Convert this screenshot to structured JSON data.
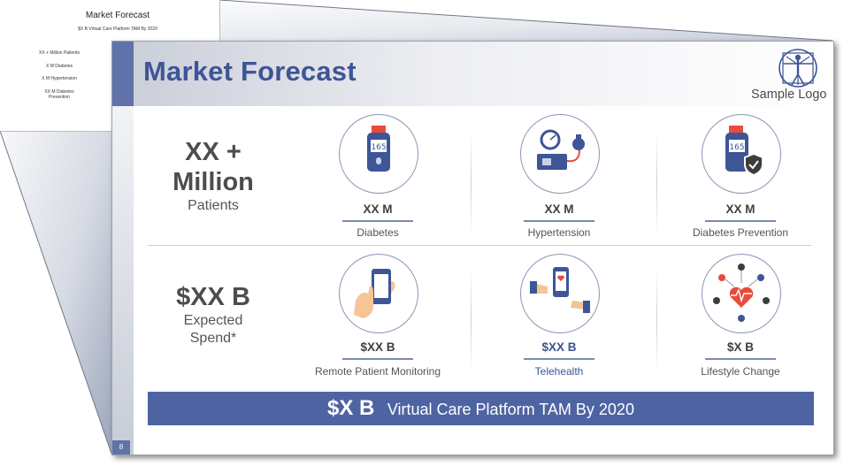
{
  "mini_slide": {
    "title": "Market Forecast",
    "subtitle": "$X B Virtual Care Platform TAM By 2020",
    "items": [
      "XX + Million Patients",
      "X M Diabetes",
      "X M Hypertension",
      "XX M Diabetes",
      "Prevention"
    ]
  },
  "slide": {
    "title": "Market Forecast",
    "logo_text": "Sample Logo",
    "page_number": "8",
    "row1": {
      "stat_big_1": "XX +",
      "stat_big_2": "Million",
      "stat_small": "Patients",
      "items": [
        {
          "value": "XX M",
          "label": "Diabetes",
          "icon": "glucose-meter-icon"
        },
        {
          "value": "XX M",
          "label": "Hypertension",
          "icon": "blood-pressure-icon"
        },
        {
          "value": "XX M",
          "label": "Diabetes Prevention",
          "icon": "glucose-shield-icon"
        }
      ]
    },
    "row2": {
      "stat_big": "$XX B",
      "stat_small_1": "Expected",
      "stat_small_2": "Spend*",
      "items": [
        {
          "value": "$XX B",
          "label": "Remote Patient Monitoring",
          "icon": "phone-hand-icon"
        },
        {
          "value": "$XX B",
          "label": "Telehealth",
          "icon": "telehealth-icon"
        },
        {
          "value": "$X B",
          "label": "Lifestyle Change",
          "icon": "lifestyle-heart-icon"
        }
      ]
    },
    "banner": {
      "amount": "$X B",
      "text": "Virtual Care Platform TAM By 2020"
    }
  },
  "colors": {
    "brand_blue": "#3e5596",
    "banner_blue": "#4e64a2",
    "accent": "#5f73a8"
  }
}
